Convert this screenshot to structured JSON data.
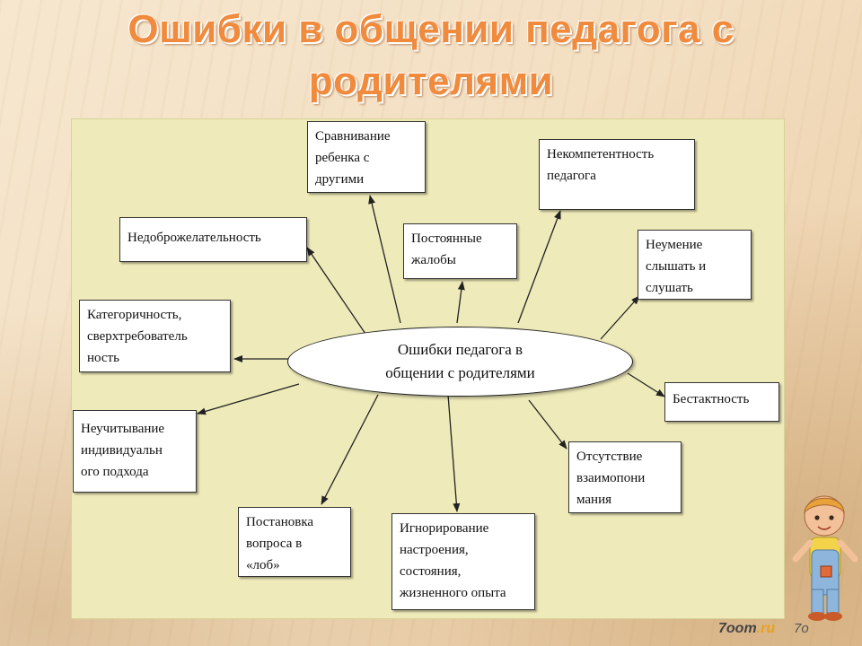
{
  "title": {
    "line1": "Ошибки в общении педагога с",
    "line2": "родителями"
  },
  "center": {
    "line1": "Ошибки педагога в",
    "line2": "общении с родителями"
  },
  "boxes": {
    "comparing": [
      "Сравнивание",
      "ребенка с",
      "другими"
    ],
    "incompetence": [
      "Некомпетентность",
      "педагога"
    ],
    "unfriendliness": [
      "Недоброжелательность"
    ],
    "complaints": [
      "Постоянные",
      "жалобы"
    ],
    "listening": [
      "Неумение",
      "слышать и",
      "слушать"
    ],
    "categorical": [
      "Категоричность,",
      "сверхтребователь",
      "ность"
    ],
    "tactless": [
      "Бестактность"
    ],
    "individual": [
      "Неучитывание",
      "индивидуальн",
      "ого подхода"
    ],
    "understanding": [
      "Отсутствие",
      "взаимопони",
      "мания"
    ],
    "forehead": [
      "Постановка",
      "вопроса в",
      "«лоб»"
    ],
    "ignoring": [
      "Игнорирование",
      "настроения,",
      "состояния,",
      "жизненного опыта"
    ]
  },
  "footer": {
    "logo": "7oom",
    "logo_suffix": ".ru",
    "logo2": "7o"
  },
  "colors": {
    "title": "#f08a3c",
    "panel": "#eeeab9"
  }
}
